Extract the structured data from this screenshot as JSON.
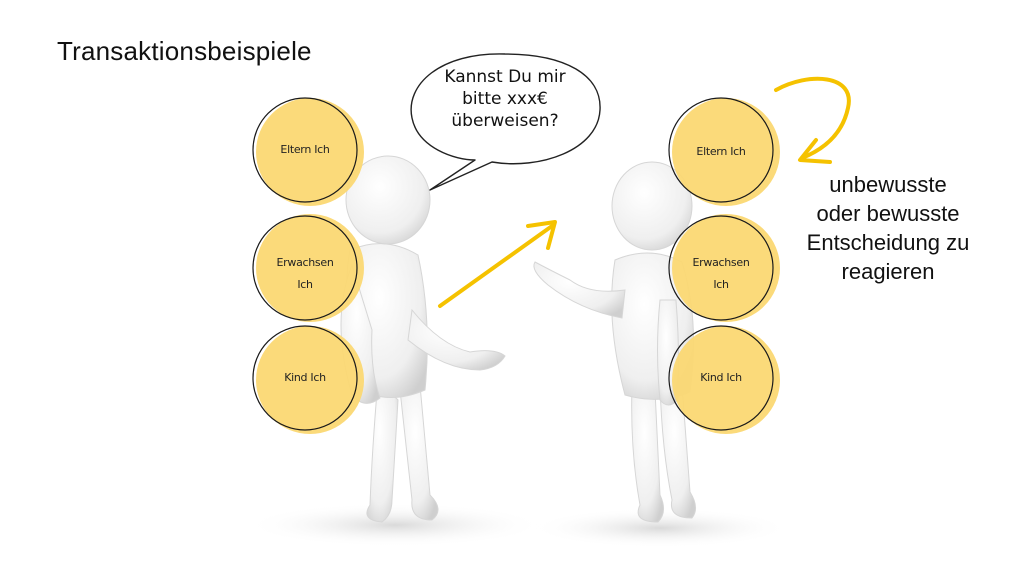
{
  "title": "Transaktionsbeispiele",
  "speech_bubble": [
    "Kannst Du mir",
    "bitte xxx€",
    "überweisen?"
  ],
  "left_person": {
    "states": [
      {
        "label": [
          "Eltern Ich"
        ]
      },
      {
        "label": [
          "Erwachsen",
          "Ich"
        ]
      },
      {
        "label": [
          "Kind Ich"
        ]
      }
    ]
  },
  "right_person": {
    "states": [
      {
        "label": [
          "Eltern Ich"
        ]
      },
      {
        "label": [
          "Erwachsen",
          "Ich"
        ]
      },
      {
        "label": [
          "Kind Ich"
        ]
      }
    ]
  },
  "note": [
    "unbewusste",
    "oder bewusste",
    "Entscheidung zu",
    "reagieren"
  ],
  "colors": {
    "circle_fill": "#FBD873",
    "circle_stroke": "#1a1a1a",
    "arrow": "#F5C200",
    "figure": "#F2F2F2",
    "figure_shade": "#D9D9D9"
  }
}
